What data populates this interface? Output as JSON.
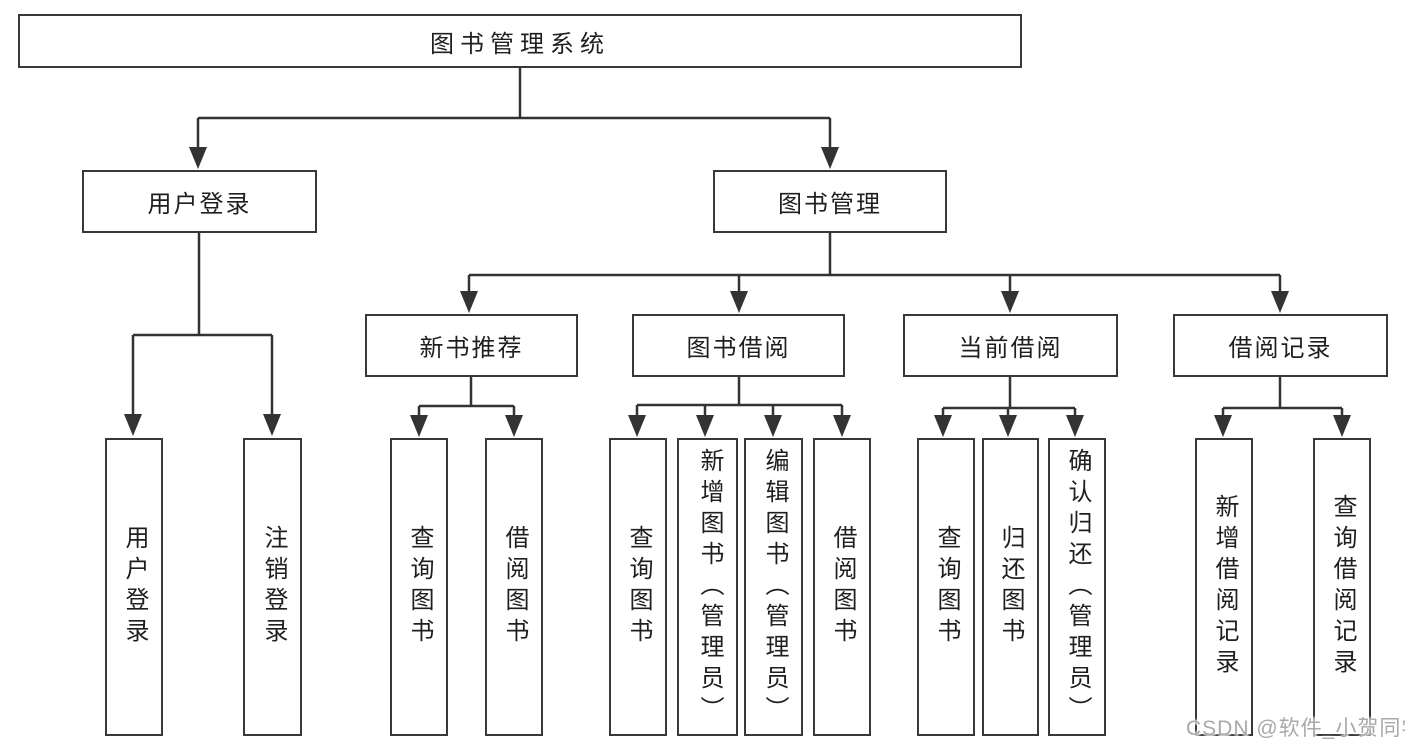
{
  "tree": {
    "root": "图书管理系统",
    "level2": [
      {
        "label": "用户登录"
      },
      {
        "label": "图书管理"
      }
    ],
    "level3": [
      {
        "label": "新书推荐"
      },
      {
        "label": "图书借阅"
      },
      {
        "label": "当前借阅"
      },
      {
        "label": "借阅记录"
      }
    ],
    "leaves": {
      "login": [
        "用户登录",
        "注销登录"
      ],
      "recommend": [
        "查询图书",
        "借阅图书"
      ],
      "borrow": [
        "查询图书",
        "新增图书（管理员）",
        "编辑图书（管理员）",
        "借阅图书"
      ],
      "current": [
        "查询图书",
        "归还图书",
        "确认归还（管理员）"
      ],
      "records": [
        "新增借阅记录",
        "查询借阅记录"
      ]
    }
  },
  "watermark": "CSDN @软件_小贺同学",
  "style": {
    "line_color": "#333333",
    "border_color": "#383838",
    "text_color": "#1f1f1f",
    "watermark_color": "#a9a9a9",
    "background_color": "#ffffff"
  }
}
